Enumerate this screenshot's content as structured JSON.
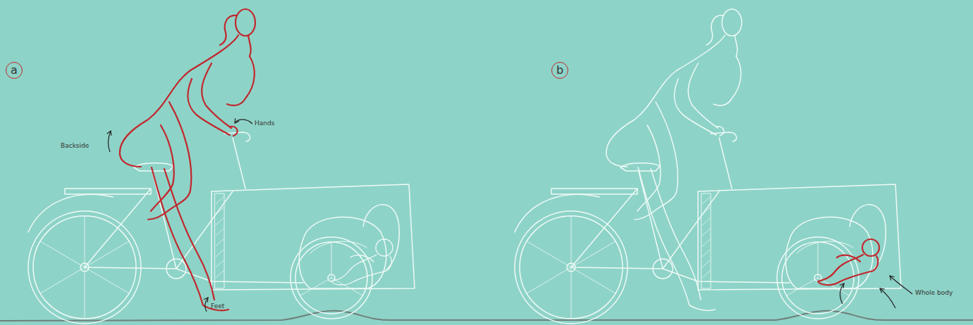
{
  "diagram": {
    "nodes": [
      {
        "text": [
          "a"
        ]
      },
      {
        "text": [
          "b"
        ]
      }
    ],
    "labels": [
      "Hands",
      "Backside",
      "Feet",
      "Whole body"
    ]
  }
}
